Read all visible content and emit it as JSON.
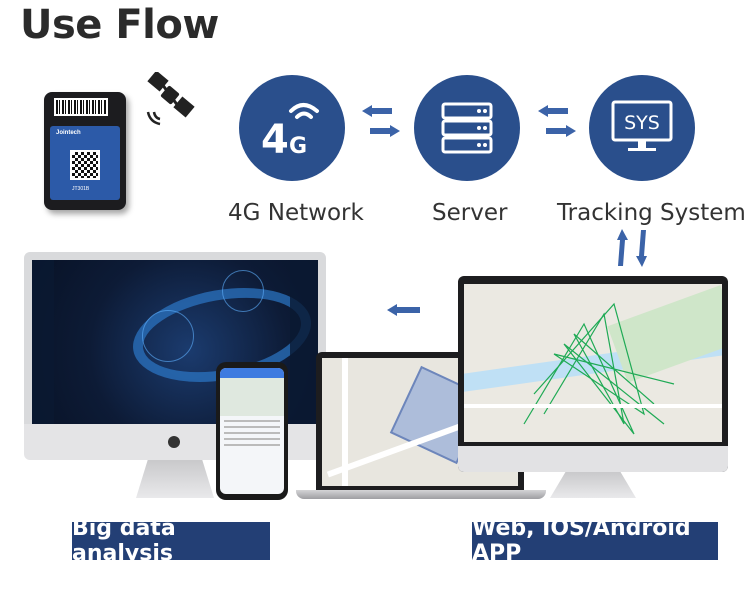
{
  "title": "Use Flow",
  "nodes": {
    "network": {
      "label": "4G Network",
      "icon_text": "4G"
    },
    "server": {
      "label": "Server"
    },
    "tracking": {
      "label": "Tracking System",
      "icon_text": "SYS"
    }
  },
  "device": {
    "brand": "Jointech",
    "model": "JT301B"
  },
  "banners": {
    "left": "Big data analysis",
    "right": "Web, IOS/Android APP"
  },
  "colors": {
    "primary": "#2a4f8c",
    "banner": "#233f75",
    "arrow": "#3b63a8"
  }
}
